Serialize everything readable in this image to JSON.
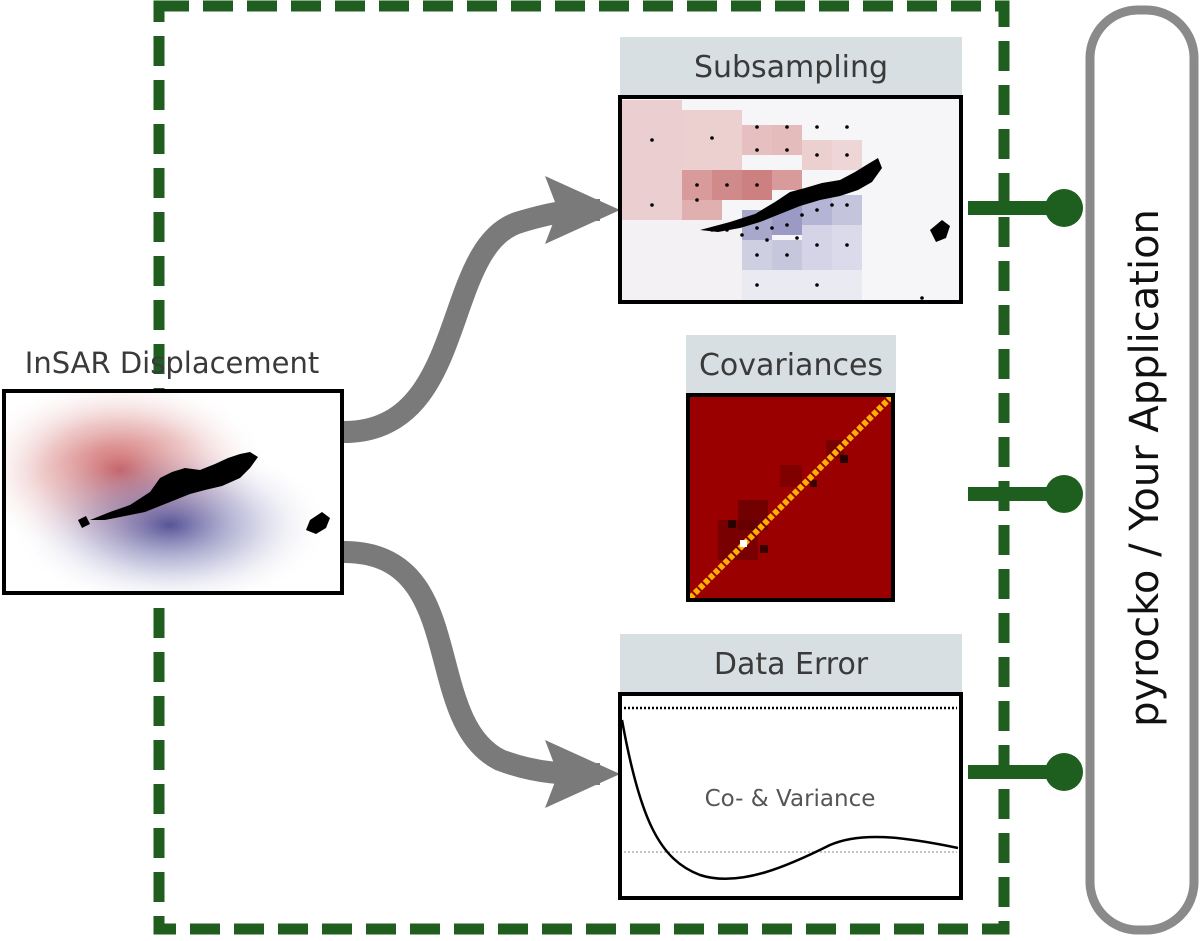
{
  "input": {
    "title": "InSAR Displacement"
  },
  "panels": {
    "subsampling": {
      "title": "Subsampling"
    },
    "covariances": {
      "title": "Covariances"
    },
    "data_error": {
      "title": "Data Error",
      "curve_label": "Co- & Variance"
    }
  },
  "application": {
    "label": "pyrocko / Your Application"
  },
  "colors": {
    "dashed_frame": "#1f5e1f",
    "arrows": "#7a7a7a",
    "connectors": "#1e5e1e",
    "title_tab_bg": "#d7dfe3",
    "covariance_bg": "#9a0000",
    "covariance_diagonal": "#ffb000",
    "displacement_positive": "#c04040",
    "displacement_negative": "#404090"
  },
  "icons": {
    "connector": "plug-icon",
    "flow": "arrow-icon"
  }
}
